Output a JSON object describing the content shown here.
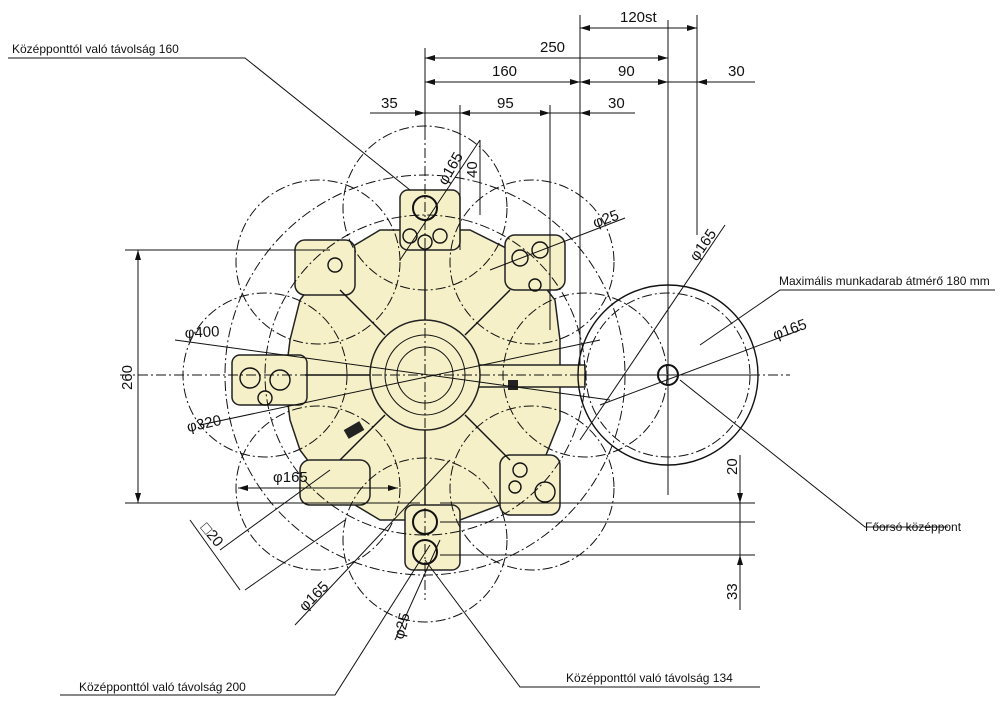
{
  "callouts": {
    "top_left": "Középponttól való távolság 160",
    "right_max": "Maximális munkadarab átmérő 180 mm",
    "spindle_center": "Főorsó középpont",
    "bottom_left": "Középponttól való távolság 200",
    "bottom_right": "Középponttól való távolság 134"
  },
  "dimensions": {
    "d120st": "120st",
    "d250": "250",
    "d160": "160",
    "d90": "90",
    "d30_top": "30",
    "d35": "35",
    "d95": "95",
    "d30_mid": "30",
    "d40": "40",
    "phi165_top": "φ165",
    "phi25_right": "φ25",
    "phi165_right": "φ165",
    "phi165_spindle": "φ165",
    "phi400": "φ400",
    "phi320": "φ320",
    "d260": "260",
    "phi165_left": "φ165",
    "sq20": "□20",
    "phi165_bottom": "φ165",
    "phi25_bottom": "φ25",
    "d20": "20",
    "d33": "33"
  },
  "colors": {
    "turret_fill": "#f5f0c8",
    "line": "#111111"
  }
}
